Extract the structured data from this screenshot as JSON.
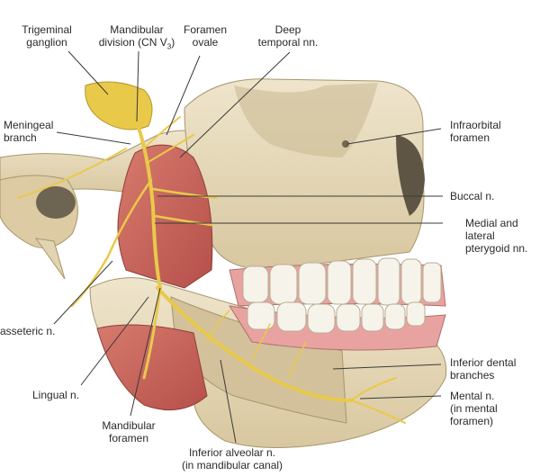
{
  "labels": {
    "trigeminal_ganglion": [
      "Trigeminal",
      "ganglion"
    ],
    "mandibular_division": [
      "Mandibular",
      "division (CN V"
    ],
    "mandibular_division_sub": "3",
    "mandibular_division_close": ")",
    "foramen_ovale": [
      "Foramen",
      "ovale"
    ],
    "deep_temporal": [
      "Deep",
      "temporal nn."
    ],
    "meningeal_branch": [
      "Meningeal",
      "branch"
    ],
    "infraorbital_foramen": [
      "Infraorbital",
      "foramen"
    ],
    "buccal": "Buccal n.",
    "pterygoid": [
      "Medial and",
      "lateral",
      "pterygoid nn."
    ],
    "masseteric": "asseteric n.",
    "inferior_dental": [
      "Inferior dental",
      "branches"
    ],
    "mental": [
      "Mental n.",
      "(in mental",
      "foramen)"
    ],
    "lingual": "Lingual n.",
    "mandibular_foramen": [
      "Mandibular",
      "foramen"
    ],
    "inferior_alveolar": [
      "Inferior alveolar n.",
      "(in mandibular canal)"
    ]
  },
  "colors": {
    "bone": "#e8dcc0",
    "bone_shadow": "#c9b88f",
    "muscle": "#c9655a",
    "gum": "#e8a3a0",
    "teeth": "#f6f3ea",
    "nerve": "#e9c94a",
    "line": "#3a3a3a"
  }
}
